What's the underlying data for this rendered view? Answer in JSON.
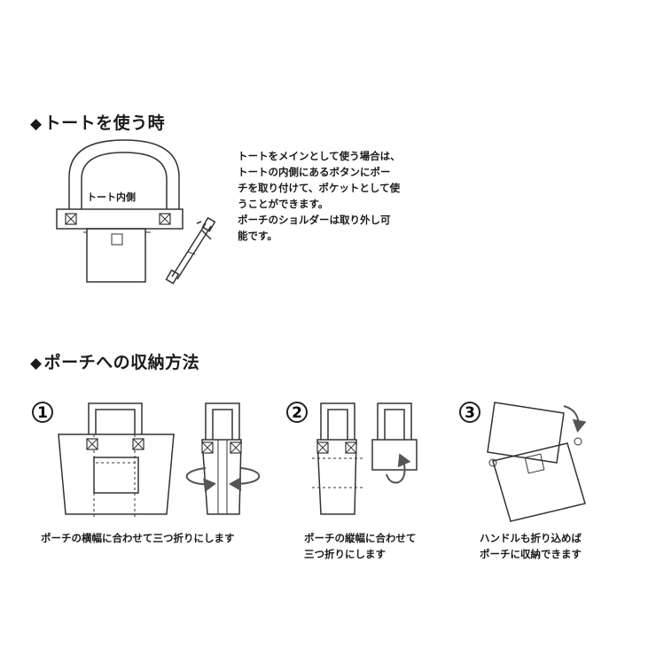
{
  "section_use": {
    "heading": "トートを使う時",
    "diamond": "◆",
    "inside_label": "トート内側",
    "description_lines": [
      "トートをメインとして使う場合は、",
      "トートの内側にあるボタンにポー",
      "チを取り付けて、ポケットとして使",
      "うことができます。",
      "ポーチのショルダーは取り外し可",
      "能です。"
    ]
  },
  "section_store": {
    "heading": "ポーチへの収納方法",
    "diamond": "◆",
    "steps": [
      {
        "number": "1",
        "caption_lines": [
          "ポーチの横幅に合わせて三つ折りにします"
        ]
      },
      {
        "number": "2",
        "caption_lines": [
          "ポーチの縦幅に合わせて",
          "三つ折りにします"
        ]
      },
      {
        "number": "3",
        "caption_lines": [
          "ハンドルも折り込めば",
          "ポーチに収納できます"
        ]
      }
    ]
  }
}
